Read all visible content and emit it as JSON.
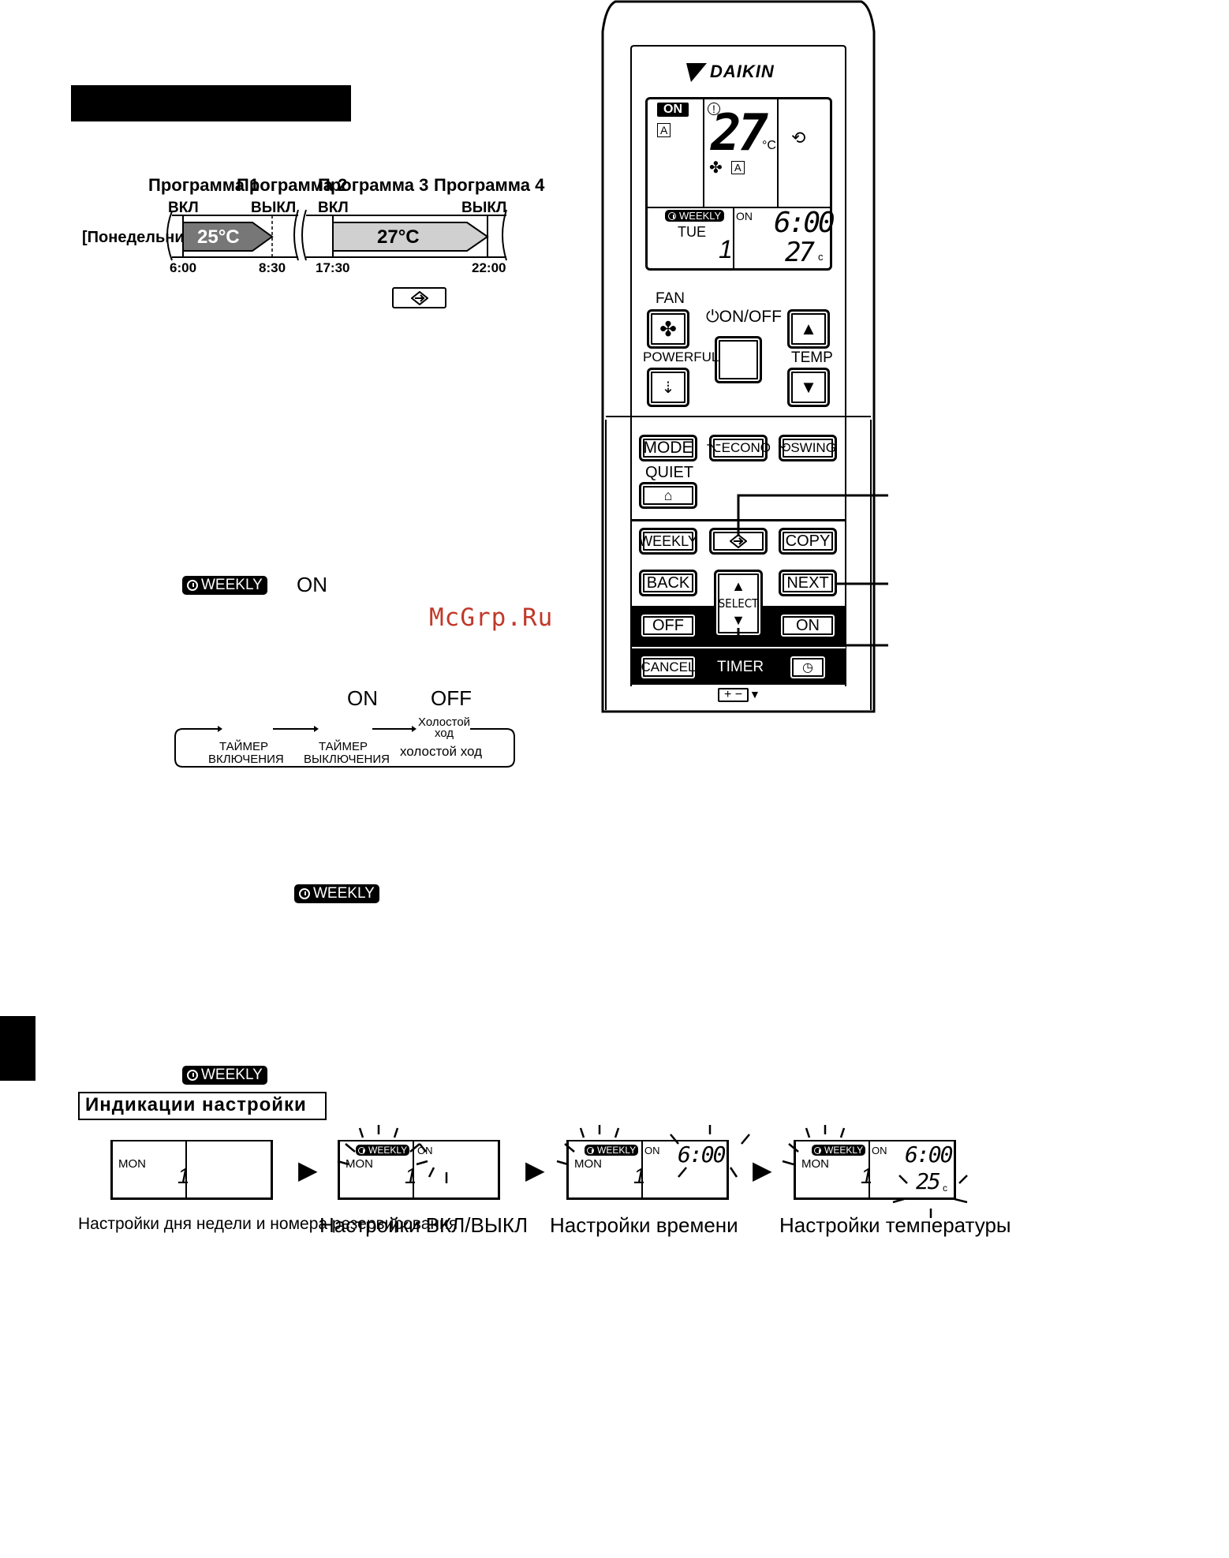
{
  "timeline": {
    "programs": [
      "Программа 1",
      "Программа 2",
      "Программа 3",
      "Программа 4"
    ],
    "actions": [
      "ВКЛ",
      "ВЫКЛ",
      "ВКЛ",
      "ВЫКЛ"
    ],
    "day": "[Понедельник]",
    "temp1": "25°C",
    "temp2": "27°C",
    "times": [
      "6:00",
      "8:30",
      "17:30",
      "22:00"
    ]
  },
  "badges": {
    "weekly": "WEEKLY",
    "on": "ON",
    "off": "OFF"
  },
  "cycle": {
    "idle_top": "Холостой ход",
    "timer_on": [
      "ТАЙМЕР",
      "ВКЛЮЧЕНИЯ"
    ],
    "timer_off": [
      "ТАЙМЕР",
      "ВЫКЛЮЧЕНИЯ"
    ],
    "idle": "холостой ход"
  },
  "watermark": "McGrp.Ru",
  "remote": {
    "brand": "DAIKIN",
    "lcd": {
      "on": "ON",
      "temp": "27",
      "unit": "°C",
      "weekly": "WEEKLY",
      "day": "TUE",
      "on_small": "ON",
      "time": "6:00",
      "temp_small": "27",
      "unit_small": "c",
      "num": "1"
    },
    "buttons": {
      "fan": "FAN",
      "onoff": "ON/OFF",
      "powerful": "POWERFUL",
      "temp": "TEMP",
      "mode": "MODE",
      "econo": "ECONO",
      "swing": "SWING",
      "quiet": "QUIET",
      "weekly": "WEEKLY",
      "copy": "COPY",
      "back": "BACK",
      "select": "SELECT",
      "next": "NEXT",
      "off": "OFF",
      "on": "ON",
      "cancel": "CANCEL",
      "timer": "TIMER"
    }
  },
  "indications": {
    "title": "Индикации настройки",
    "screens": [
      {
        "day": "MON",
        "num": "1",
        "caption": "Настройки дня недели и номера резервирования"
      },
      {
        "day": "MON",
        "num": "1",
        "on": "ON",
        "weekly": "WEEKLY",
        "caption": "Настройки ВКЛ/ВЫКЛ"
      },
      {
        "day": "MON",
        "num": "1",
        "on": "ON",
        "weekly": "WEEKLY",
        "time": "6:00",
        "caption": "Настройки времени"
      },
      {
        "day": "MON",
        "num": "1",
        "on": "ON",
        "weekly": "WEEKLY",
        "time": "6:00",
        "temp": "25",
        "unit": "c",
        "caption": "Настройки температуры"
      }
    ]
  }
}
